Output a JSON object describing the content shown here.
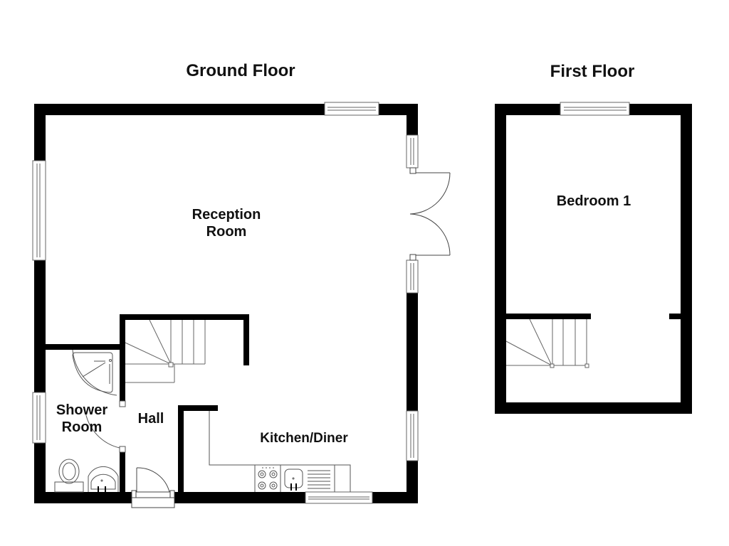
{
  "titles": {
    "ground_floor": "Ground Floor",
    "first_floor": "First Floor"
  },
  "rooms": {
    "reception_line1": "Reception",
    "reception_line2": "Room",
    "shower_line1": "Shower",
    "shower_line2": "Room",
    "hall": "Hall",
    "kitchen": "Kitchen/Diner",
    "bedroom": "Bedroom 1"
  },
  "colors": {
    "wall": "#000000",
    "line": "#555555",
    "background": "#ffffff"
  }
}
